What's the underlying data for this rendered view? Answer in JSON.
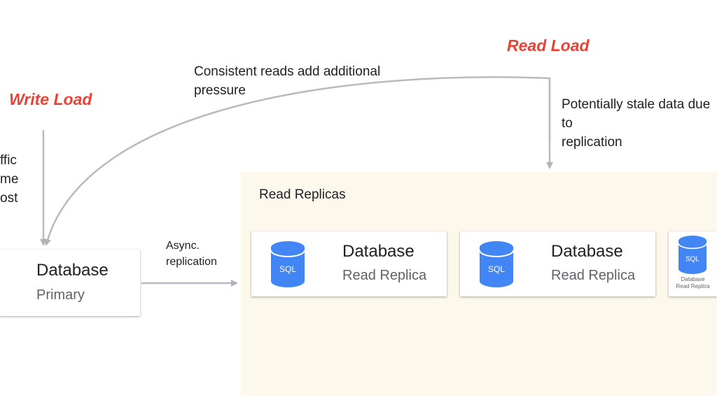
{
  "write_load": {
    "label": "Write Load",
    "side_text": [
      "ffic",
      "me",
      "ost"
    ]
  },
  "read_load": {
    "label": "Read Load",
    "note": [
      "Potentially stale data due to",
      "replication"
    ]
  },
  "consistent_note": [
    "Consistent reads add additional",
    "pressure"
  ],
  "async_note": [
    "Async.",
    "replication"
  ],
  "primary": {
    "title": "Database",
    "subtitle": "Primary"
  },
  "replicas_panel": {
    "title": "Read Replicas"
  },
  "replicas": [
    {
      "title": "Database",
      "subtitle": "Read Replica",
      "icon_label": "SQL"
    },
    {
      "title": "Database",
      "subtitle": "Read Replica",
      "icon_label": "SQL"
    },
    {
      "title": "Database",
      "subtitle": "Read Replica",
      "icon_label": "SQL"
    }
  ],
  "colors": {
    "accent_red": "#ea4335",
    "icon_blue": "#4285f4",
    "panel_bg": "#fdf8ec",
    "arrow_gray": "#b0b4ba"
  }
}
